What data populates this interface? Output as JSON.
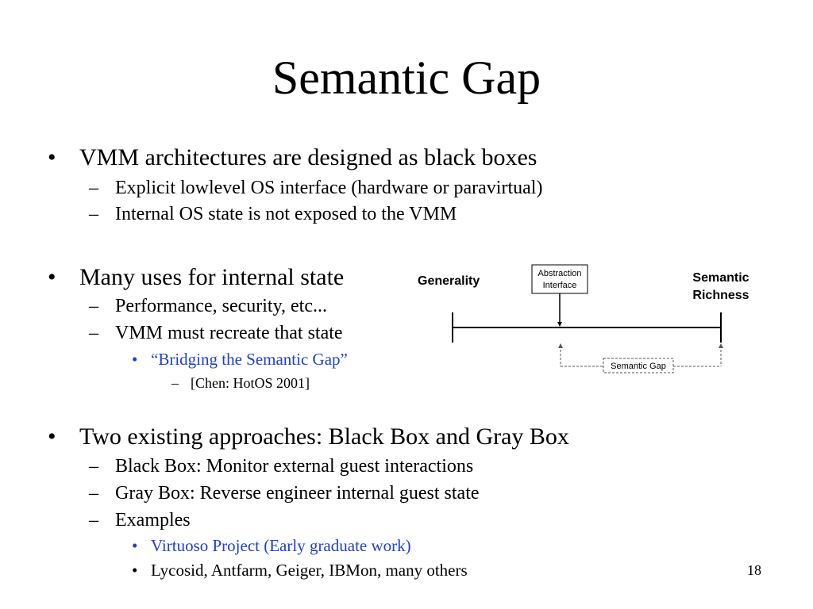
{
  "slide": {
    "title": "Semantic Gap",
    "slide_number": "18",
    "markers": {
      "bullet": "•",
      "dash": "–"
    },
    "sections": [
      {
        "text": "VMM architectures are designed as black boxes",
        "subitems": [
          "Explicit lowlevel OS interface (hardware or paravirtual)",
          "Internal OS state is not exposed to the VMM"
        ]
      },
      {
        "text": "Many uses for internal state",
        "subitems": [
          "Performance, security, etc...",
          "VMM must recreate that state"
        ],
        "subsub": "“Bridging the Semantic Gap”",
        "subsubsub": "[Chen: HotOS 2001]"
      },
      {
        "text": "Two existing approaches: Black Box and Gray Box",
        "subitems": [
          "Black Box: Monitor external guest interactions",
          "Gray Box: Reverse engineer internal guest state",
          "Examples"
        ],
        "subsub_items": [
          "Virtuoso Project (Early graduate work)",
          "Lycosid, Antfarm, Geiger, IBMon, many others"
        ]
      }
    ]
  },
  "diagram": {
    "left_label": "Generality",
    "right_label_line1": "Semantic",
    "right_label_line2": "Richness",
    "abstraction_line1": "Abstraction",
    "abstraction_line2": "Interface",
    "gap_label": "Semantic Gap"
  },
  "colors": {
    "link_blue": "#1f3fd1",
    "text": "#000000",
    "background": "#ffffff"
  }
}
